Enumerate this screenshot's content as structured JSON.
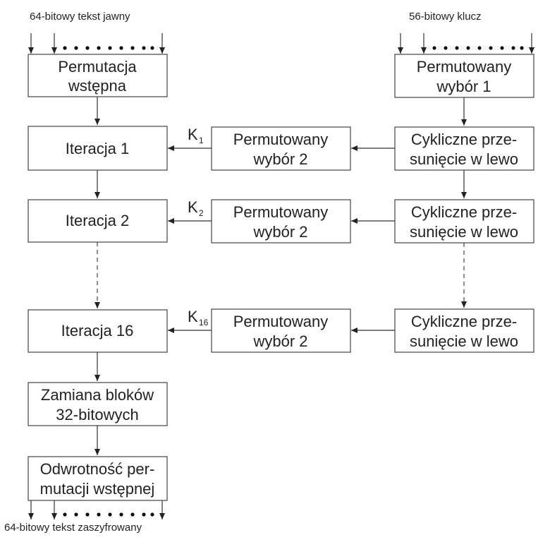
{
  "top_labels": {
    "plaintext": "64-bitowy tekst jawny",
    "key": "56-bitowy klucz"
  },
  "bottom_label": "64-bitowy tekst zaszyfrowany",
  "left_column": {
    "initial_permutation": [
      "Permutacja",
      "wstępna"
    ],
    "iteration_1": "Iteracja 1",
    "iteration_2": "Iteracja 2",
    "iteration_16": "Iteracja 16",
    "swap": [
      "Zamiana bloków",
      "32-bitowych"
    ],
    "inverse_permutation": [
      "Odwrotność per-",
      "mutacji wstępnej"
    ]
  },
  "middle_column": {
    "pc2_1": [
      "Permutowany",
      "wybór 2"
    ],
    "pc2_2": [
      "Permutowany",
      "wybór 2"
    ],
    "pc2_16": [
      "Permutowany",
      "wybór 2"
    ]
  },
  "right_column": {
    "pc1": [
      "Permutowany",
      "wybór 1"
    ],
    "shift_1": [
      "Cykliczne prze-",
      "sunięcie w lewo"
    ],
    "shift_2": [
      "Cykliczne prze-",
      "sunięcie w lewo"
    ],
    "shift_16": [
      "Cykliczne prze-",
      "sunięcie w lewo"
    ]
  },
  "subkeys": {
    "k1": {
      "letter": "K",
      "sub": "1"
    },
    "k2": {
      "letter": "K",
      "sub": "2"
    },
    "k16": {
      "letter": "K",
      "sub": "16"
    }
  }
}
